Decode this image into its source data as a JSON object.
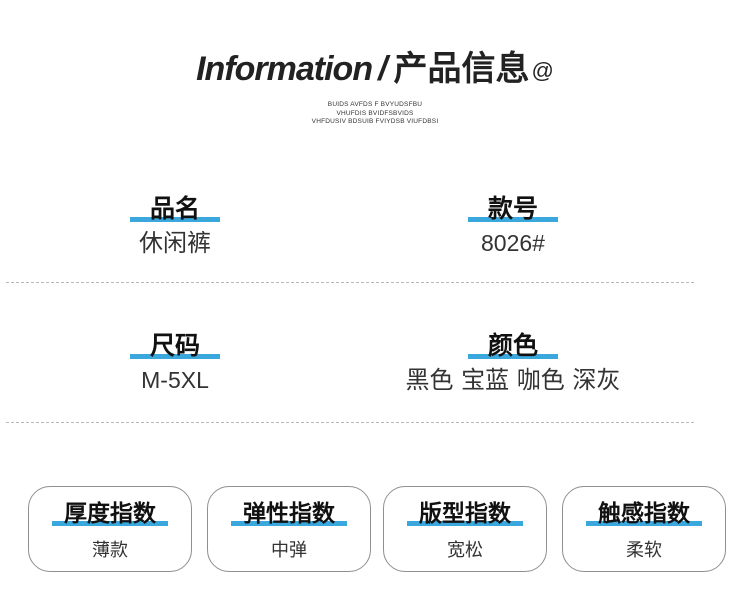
{
  "header": {
    "title_en": "Information",
    "separator": "/",
    "title_zh": "产品信息",
    "at_mark": "@",
    "subtext_lines": [
      "BUIDS AVFDS F BVYUDSFBU",
      "VHUFDIS BVIDFSBVIDS",
      "VHFDUSIV BDSUIB FVIYDSB VIUFDBSI"
    ]
  },
  "fields": {
    "name": {
      "label": "品名",
      "value": "休闲裤"
    },
    "style_no": {
      "label": "款号",
      "value": "8026#"
    },
    "size": {
      "label": "尺码",
      "value": "M-5XL"
    },
    "color": {
      "label": "颜色",
      "value": "黑色 宝蓝 咖色 深灰"
    }
  },
  "indices": [
    {
      "label": "厚度指数",
      "value": "薄款"
    },
    {
      "label": "弹性指数",
      "value": "中弹"
    },
    {
      "label": "版型指数",
      "value": "宽松"
    },
    {
      "label": "触感指数",
      "value": "柔软"
    }
  ],
  "colors": {
    "accent_bar": "#3aa7dd",
    "text": "#222222",
    "card_border": "#8f8f8f",
    "divider": "#b8b8b8"
  }
}
